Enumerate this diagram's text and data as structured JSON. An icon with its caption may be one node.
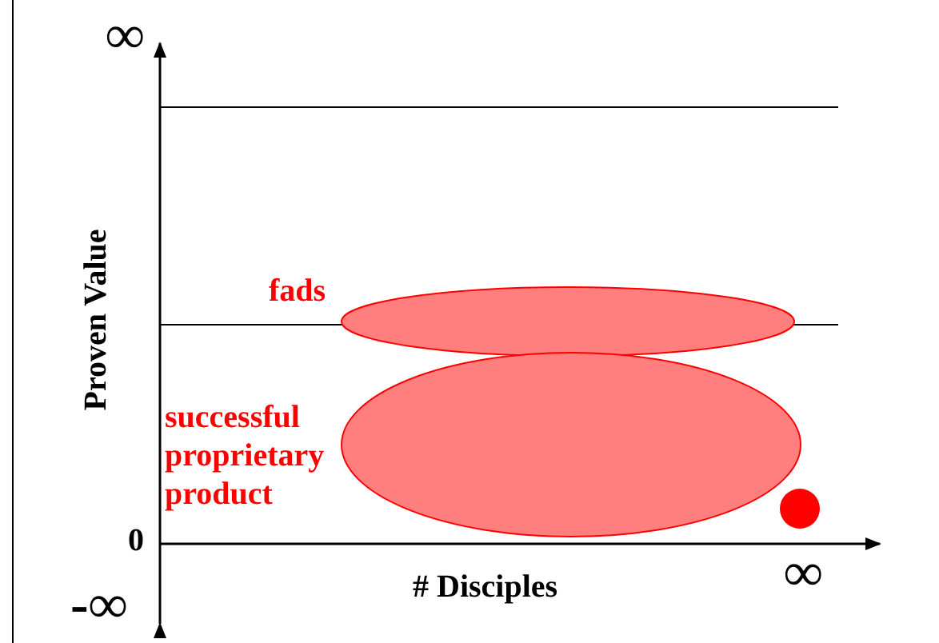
{
  "diagram": {
    "nodes": [
      {
        "text": [],
        "shape": "ellipse",
        "beside": [
          "fads"
        ]
      },
      {
        "text": [],
        "shape": "ellipse",
        "beside": [
          "successful proprietary product"
        ]
      },
      {
        "text": [],
        "shape": "circle"
      }
    ],
    "edges": [],
    "labels": [
      "∞",
      "Proven Value",
      "0",
      "-∞",
      "# Disciples",
      "∞"
    ]
  }
}
